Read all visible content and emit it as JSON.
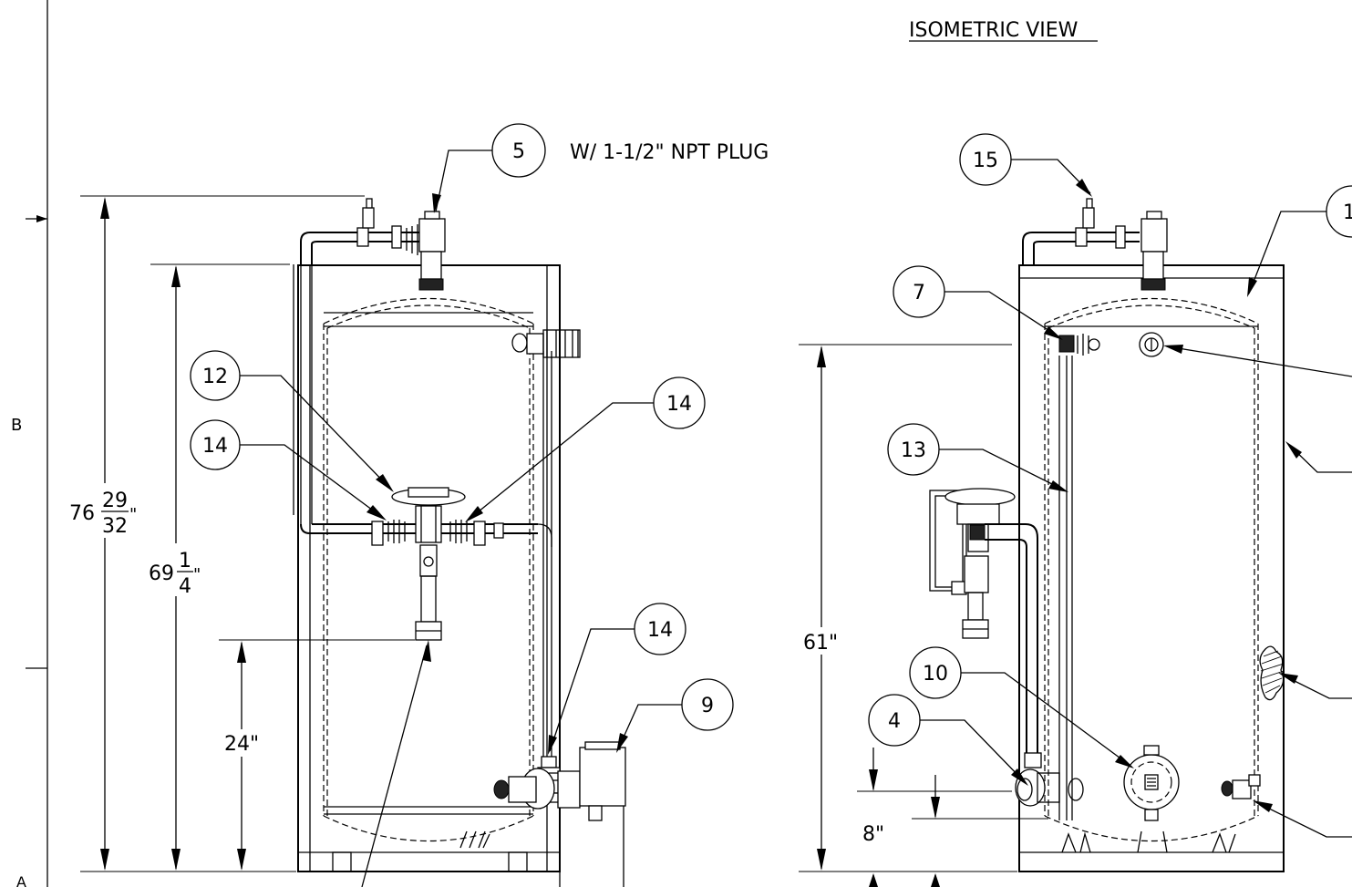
{
  "title": "ISOMETRIC VIEW",
  "zone_letters": {
    "left": "B",
    "bottom_left": "A"
  },
  "note_item5": "W/ 1-1/2\" NPT PLUG",
  "dimensions": {
    "overall_whole": "76",
    "overall_num": "29",
    "overall_den": "32",
    "overall_unit": "\"",
    "shell_whole": "69",
    "shell_num": "1",
    "shell_den": "4",
    "shell_unit": "\"",
    "inlet": "24\"",
    "right_height": "61\"",
    "right_low": "8\""
  },
  "balloons": {
    "b5": "5",
    "b12": "12",
    "b14a": "14",
    "b14b": "14",
    "b14c": "14",
    "b9": "9",
    "b15": "15",
    "b1": "1",
    "b7": "7",
    "b13": "13",
    "b10": "10",
    "b4": "4"
  }
}
